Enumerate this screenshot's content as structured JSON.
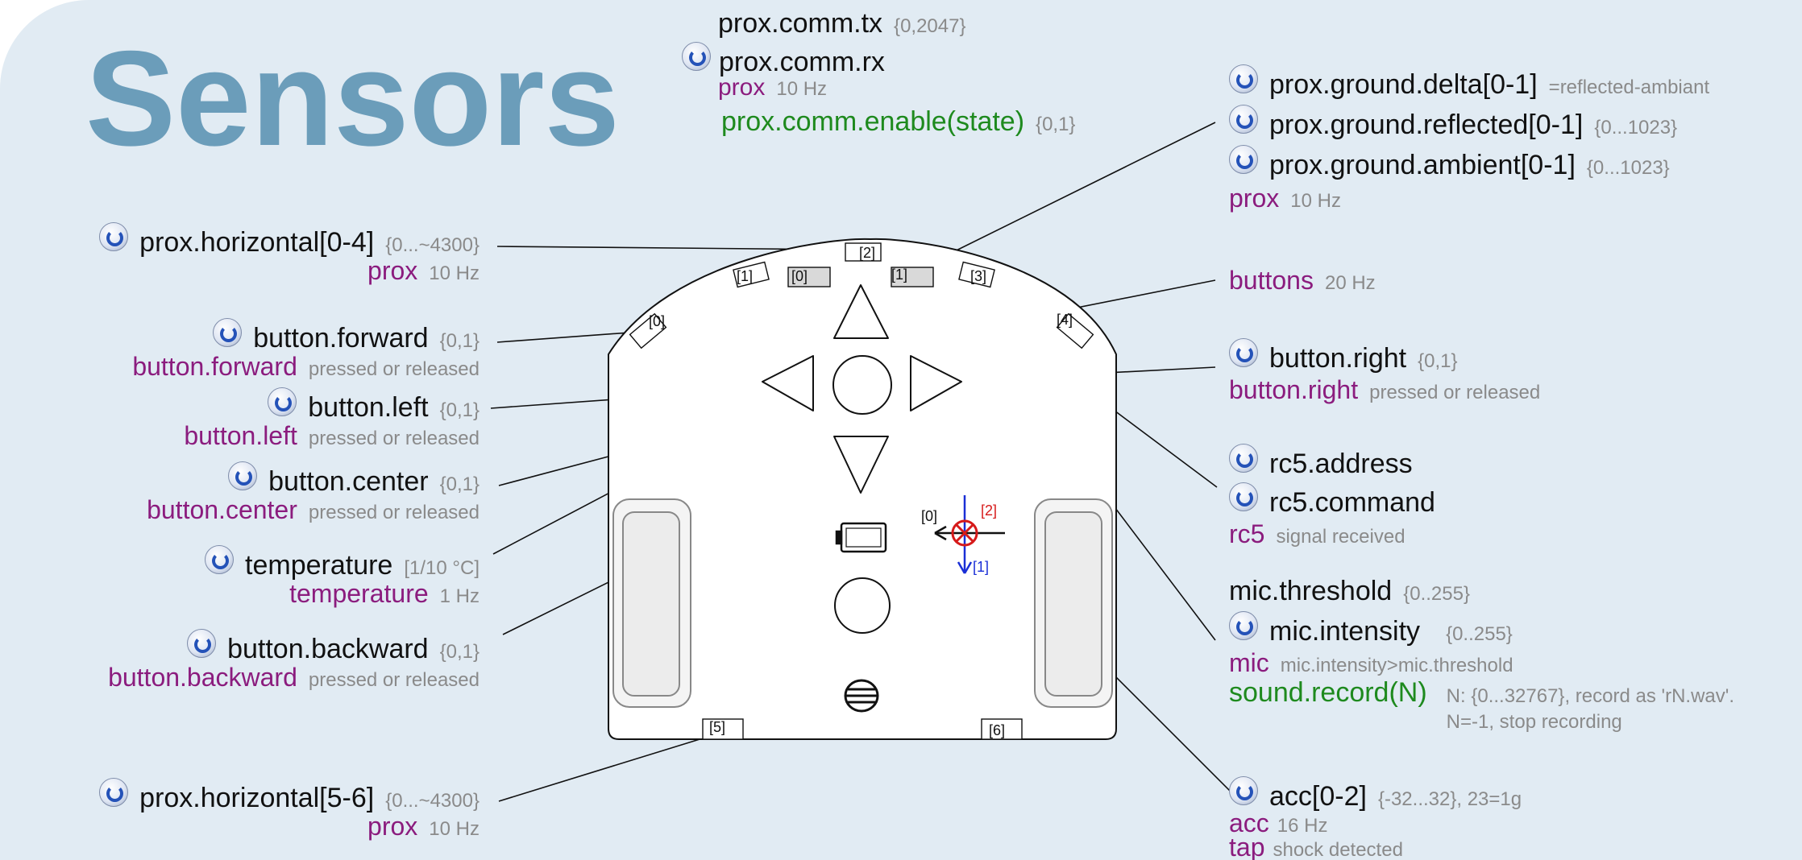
{
  "title": "Sensors",
  "top": {
    "tx": {
      "name": "prox.comm.tx",
      "range": "{0,2047}"
    },
    "rx": {
      "name": "prox.comm.rx"
    },
    "event": {
      "name": "prox",
      "rate": "10 Hz"
    },
    "func": {
      "name": "prox.comm.enable(state)",
      "range": "{0,1}"
    }
  },
  "left": {
    "prox_h04": {
      "name": "prox.horizontal[0-4]",
      "range": "{0...~4300}",
      "event": "prox",
      "rate": "10 Hz"
    },
    "forward": {
      "name": "button.forward",
      "range": "{0,1}",
      "event": "button.forward",
      "desc": "pressed or released"
    },
    "left": {
      "name": "button.left",
      "range": "{0,1}",
      "event": "button.left",
      "desc": "pressed or released"
    },
    "center": {
      "name": "button.center",
      "range": "{0,1}",
      "event": "button.center",
      "desc": "pressed or released"
    },
    "temperature": {
      "name": "temperature",
      "range": "[1/10 °C]",
      "event": "temperature",
      "rate": "1 Hz"
    },
    "backward": {
      "name": "button.backward",
      "range": "{0,1}",
      "event": "button.backward",
      "desc": "pressed or released"
    },
    "prox_h56": {
      "name": "prox.horizontal[5-6]",
      "range": "{0...~4300}",
      "event": "prox",
      "rate": "10 Hz"
    }
  },
  "right": {
    "ground": {
      "delta": {
        "name": "prox.ground.delta[0-1]",
        "range": "=reflected-ambiant"
      },
      "reflected": {
        "name": "prox.ground.reflected[0-1]",
        "range": "{0...1023}"
      },
      "ambient": {
        "name": "prox.ground.ambient[0-1]",
        "range": "{0...1023}"
      },
      "event": {
        "name": "prox",
        "rate": "10 Hz"
      }
    },
    "buttons": {
      "event": "buttons",
      "rate": "20 Hz"
    },
    "button_right": {
      "name": "button.right",
      "range": "{0,1}",
      "event": "button.right",
      "desc": "pressed or released"
    },
    "rc5": {
      "address": "rc5.address",
      "command": "rc5.command",
      "event": "rc5",
      "desc": "signal received"
    },
    "mic": {
      "threshold": "mic.threshold",
      "threshold_range": "{0..255}",
      "intensity": "mic.intensity",
      "intensity_range": "{0..255}",
      "event": "mic",
      "desc": "mic.intensity>mic.threshold",
      "func": "sound.record(N)",
      "func_desc1": "N: {0...32767}, record as 'rN.wav'.",
      "func_desc2": "N=-1, stop recording"
    },
    "acc": {
      "name": "acc[0-2]",
      "range": "{-32...32}, 23=1g",
      "event": "acc",
      "rate": "16 Hz",
      "event2": "tap",
      "desc2": "shock detected"
    }
  },
  "robot": {
    "sensor_labels": {
      "front_center": "[2]",
      "front_left1": "[1]",
      "front_left0": "[0]",
      "front_right1": "[1]",
      "front_right3": "[3]",
      "side_left": "[0]",
      "side_right": "[4]",
      "back_left": "[5]",
      "back_right": "[6]"
    },
    "axis_labels": {
      "x": "[0]",
      "y": "[1]",
      "z": "[2]"
    }
  },
  "colors": {
    "background": "#e1ebf3",
    "title": "#6b9dba",
    "event": "#8b1c7e",
    "function": "#1e8a1e",
    "value": "#8a8a8a",
    "axis_y": "#1a2fd6",
    "axis_z": "#d61a1a"
  }
}
